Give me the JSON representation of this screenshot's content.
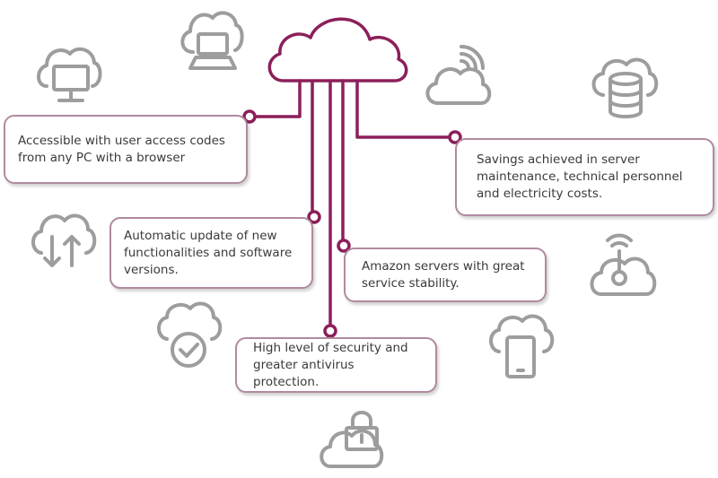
{
  "accent_color": "#8c1f5a",
  "icon_color": "#9d9d9d",
  "center_icon": "cloud-icon",
  "features": [
    {
      "text": "Accessible with user access codes from any PC with a browser"
    },
    {
      "text": "Savings achieved in server maintenance, technical personnel and electricity costs."
    },
    {
      "text": "Automatic update of new functionalities and software versions."
    },
    {
      "text": "Amazon servers with great service stability."
    },
    {
      "text": "High level of security and greater antivirus protection."
    }
  ],
  "icons": [
    "cloud-laptop-icon",
    "cloud-monitor-icon",
    "cloud-wifi-icon",
    "cloud-database-icon",
    "cloud-upload-download-icon",
    "cloud-signal-icon",
    "cloud-check-icon",
    "cloud-tablet-icon",
    "cloud-lock-icon"
  ]
}
